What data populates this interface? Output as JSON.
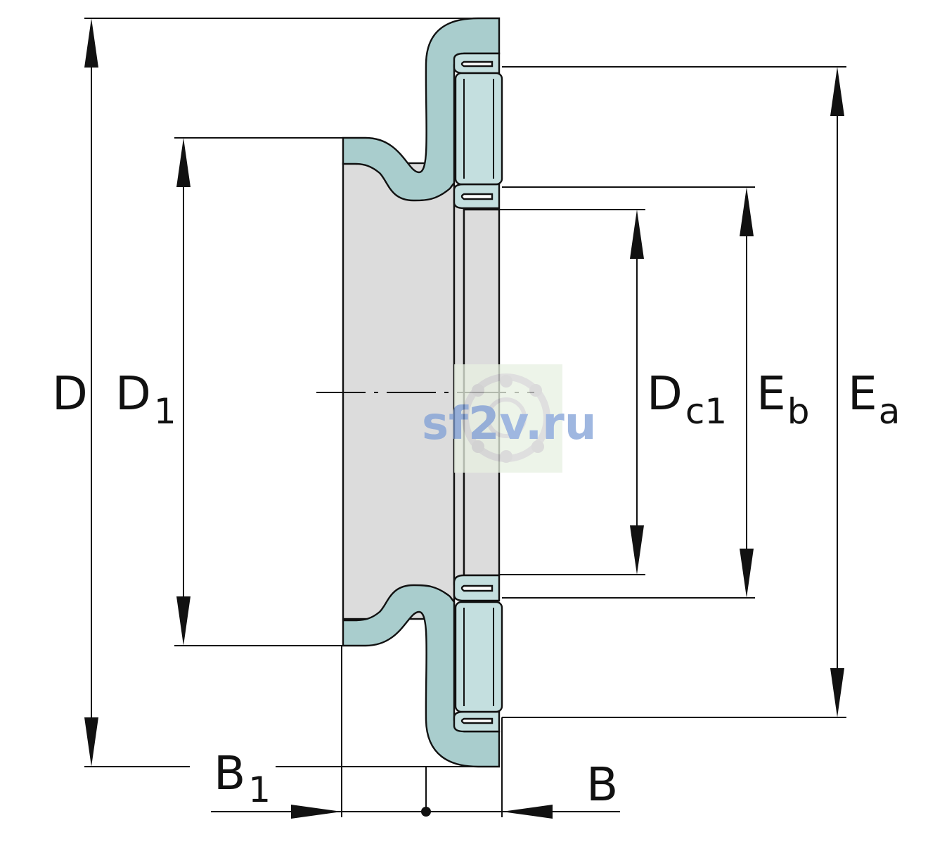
{
  "labels": {
    "D": "D",
    "D1_main": "D",
    "D1_sub": "1",
    "Dc1_main": "D",
    "Dc1_sub": "c1",
    "Eb_main": "E",
    "Eb_sub": "b",
    "Ea_main": "E",
    "Ea_sub": "a",
    "B1_main": "B",
    "B1_sub": "1",
    "B": "B"
  },
  "watermark": "sf2v.ru",
  "colors": {
    "stamped_ring": "#a9cdcd",
    "bore_fill": "#dcdcdc",
    "roller": "#c4dfdf",
    "line": "#111111",
    "watermark": "#7f9fd6"
  }
}
